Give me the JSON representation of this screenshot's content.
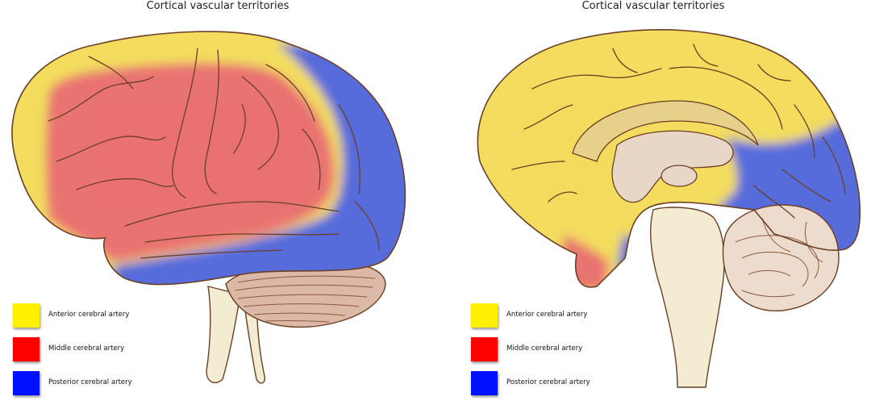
{
  "panels": [
    {
      "title": "Cortical vascular territories",
      "view": "lateral"
    },
    {
      "title": "Cortical vascular territories",
      "view": "medial"
    }
  ],
  "legend": [
    {
      "label": "Anterior cerebral artery",
      "color": "#fff000"
    },
    {
      "label": "Middle cerebral artery",
      "color": "#ff0000"
    },
    {
      "label": "Posterior cerebral artery",
      "color": "#0010ff"
    }
  ],
  "colors": {
    "outline": "#6b3f24",
    "cortex": "#f3dcc4",
    "brainstem": "#f3ecd3",
    "anterior_fill": "#f3dc55",
    "middle_fill": "#e96a6a",
    "posterior_fill": "#4a62dd",
    "cerebellum": "#dcb8a6"
  },
  "icons": [
    "lateral-brain-illustration",
    "medial-brain-illustration"
  ]
}
